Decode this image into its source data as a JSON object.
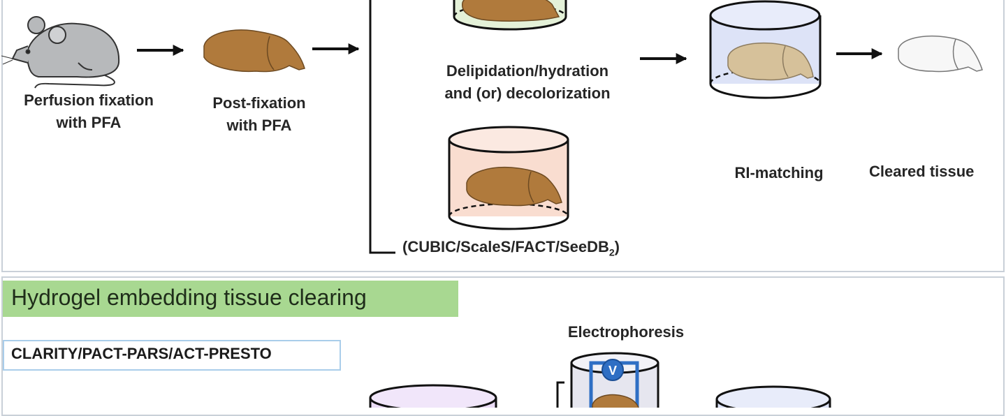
{
  "steps": {
    "perfusion": [
      "Perfusion fixation",
      "with PFA"
    ],
    "post_fixation": [
      "Post-fixation",
      "with PFA"
    ],
    "delipidation": [
      "Delipidation/hydration",
      "and (or) decolorization"
    ],
    "ri_matching": "RI-matching",
    "cleared": "Cleared tissue"
  },
  "hydrophilic_methods": {
    "text": "(CUBIC/ScaleS/FACT/SeeDB",
    "sub": "2",
    "close": ")"
  },
  "hydrogel_section": {
    "title": "Hydrogel embedding tissue clearing",
    "methods": "CLARITY/PACT-PARS/ACT-PRESTO",
    "electrophoresis": "Electrophoresis",
    "voltage_symbol": "V"
  },
  "colors": {
    "brain": "#b07a3c",
    "brain_pale": "#d6c19a",
    "mouse": "#b7b9bb",
    "container_green": "#e4f1d8",
    "container_pink": "#f9ddd0",
    "container_blue": "#dde3f7",
    "container_purple": "#ebdcf6",
    "title_bg": "#a8d891",
    "electrode": "#2f6fc4"
  }
}
